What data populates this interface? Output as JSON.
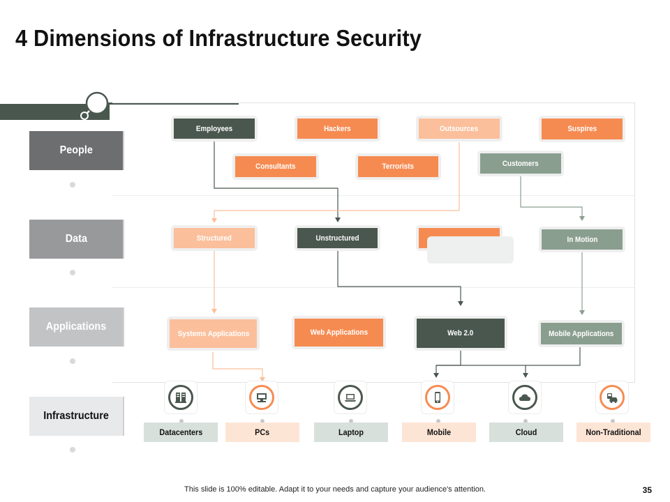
{
  "title": "4 Dimensions of Infrastructure Security",
  "colors": {
    "dark": "#4a574e",
    "orange": "#f68b52",
    "peach": "#fbbf9b",
    "sage": "#8a9e8f"
  },
  "rows": [
    {
      "label": "People"
    },
    {
      "label": "Data"
    },
    {
      "label": "Applications"
    },
    {
      "label": "Infrastructure"
    }
  ],
  "people": {
    "employees": "Employees",
    "hackers": "Hackers",
    "outsources": "Outsources",
    "suspires": "Suspires",
    "consultants": "Consultants",
    "terrorists": "Terrorists",
    "customers": "Customers"
  },
  "data": {
    "structured": "Structured",
    "unstructured": "Unstructured",
    "at_rest": "",
    "in_motion": "In Motion"
  },
  "applications": {
    "systems": "Systems Applications",
    "web": "Web Applications",
    "web2": "Web 2.0",
    "mobile": "Mobile Applications"
  },
  "infrastructure": [
    {
      "label": "Datacenters",
      "icon": "server-icon"
    },
    {
      "label": "PCs",
      "icon": "desktop-pc-icon"
    },
    {
      "label": "Laptop",
      "icon": "laptop-icon"
    },
    {
      "label": "Mobile",
      "icon": "mobile-phone-icon"
    },
    {
      "label": "Cloud",
      "icon": "cloud-icon"
    },
    {
      "label": "Non-Traditional",
      "icon": "vehicle-icon"
    }
  ],
  "footer": "This slide is 100% editable. Adapt it to your needs and capture your audience's attention.",
  "page_number": "35"
}
